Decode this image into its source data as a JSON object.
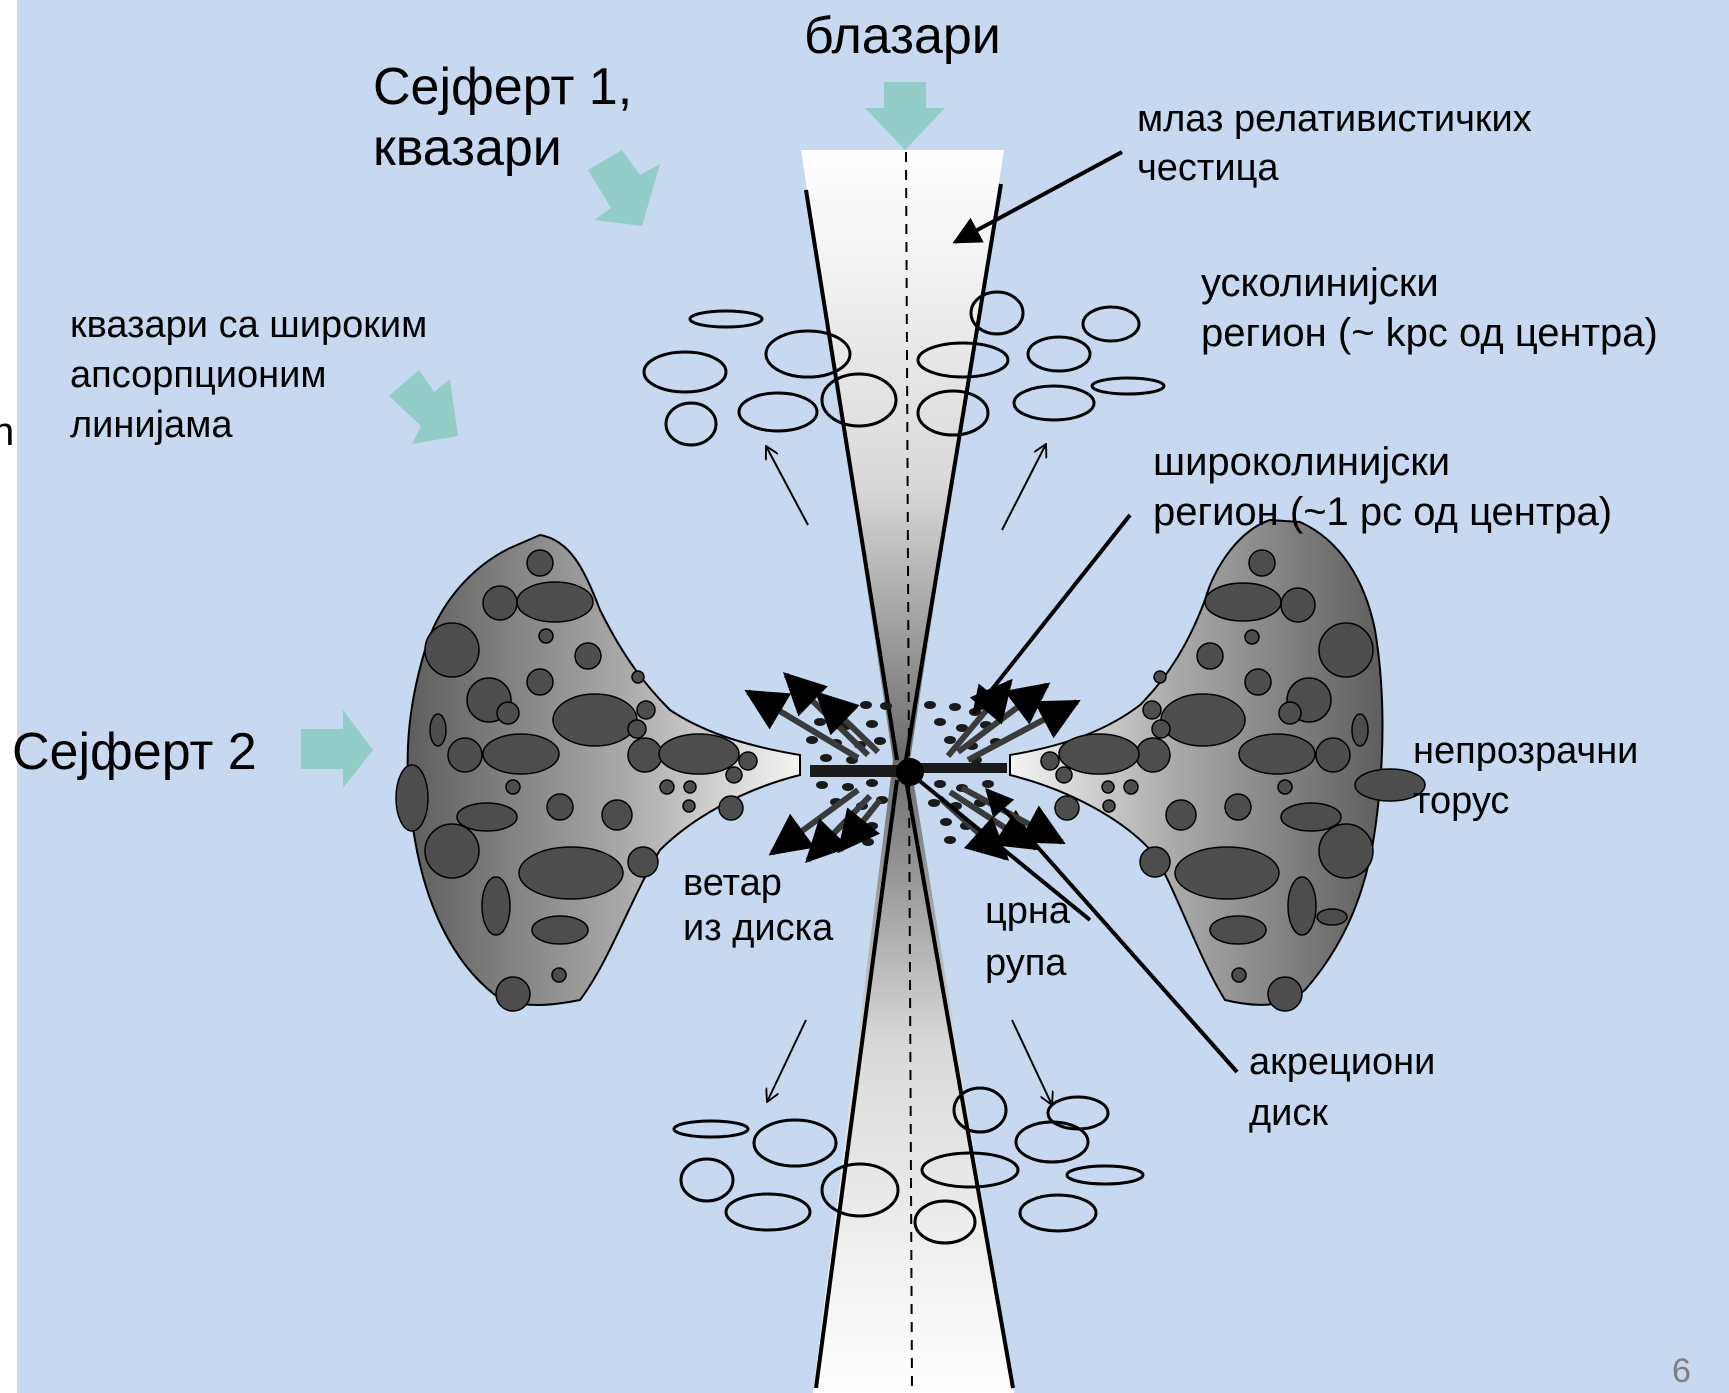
{
  "labels": {
    "blazars": "блазари",
    "seyfert1_line1": "Сејферт 1,",
    "seyfert1_line2": "квазари",
    "jet_line1": "млаз релативистичких",
    "jet_line2": "честица",
    "nlr_line1": "усколинијски",
    "nlr_line2": "регион (~ kpc од центра)",
    "bal_line1": "квазари са широким",
    "bal_line2": "апсорпционим",
    "bal_line3": "линијама",
    "blr_line1": "широколинијски",
    "blr_line2": "регион (~1 pc од центра)",
    "seyfert2": "Сејферт 2",
    "torus_line1": "непрозрачни",
    "torus_line2": "торус",
    "wind_line1": "ветар",
    "wind_line2": "из диска",
    "bh_line1": "црна",
    "bh_line2": "рупа",
    "disk_line1": "акрециони",
    "disk_line2": "диск"
  },
  "edge_fragment": "n",
  "page_number": "6",
  "colors": {
    "background": "#c6d9f0",
    "view_arrow": "#93cdc8",
    "clump": "#4d4d4d",
    "torus_dark": "#5f5f5f",
    "torus_light": "#f2f2f2"
  }
}
